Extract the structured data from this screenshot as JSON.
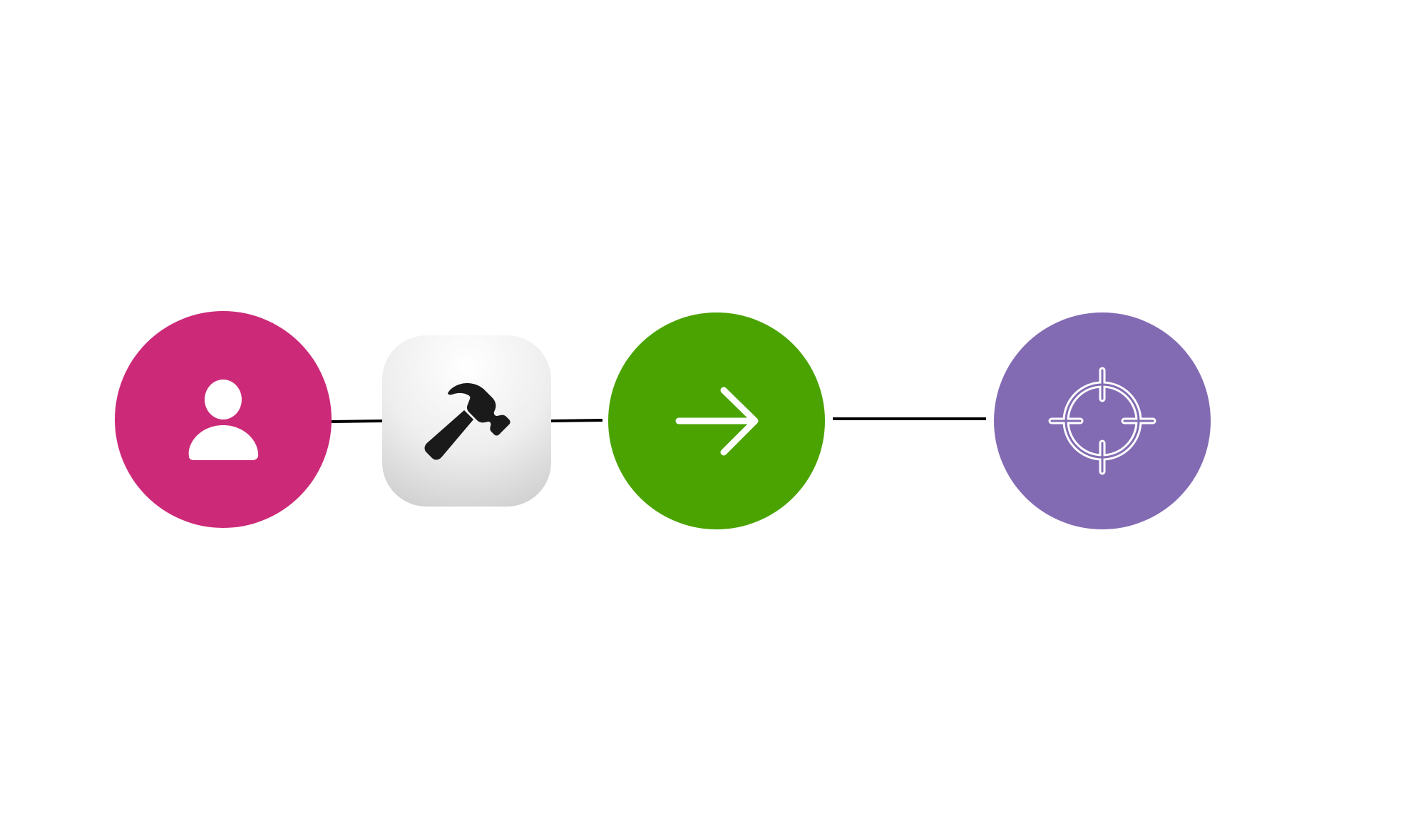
{
  "diagram": {
    "type": "flow",
    "nodes": [
      {
        "id": "user",
        "shape": "circle",
        "icon": "person-icon",
        "fill": "#cc2a79",
        "icon_color": "#ffffff"
      },
      {
        "id": "tool",
        "shape": "rounded-square",
        "icon": "hammer-icon",
        "fill": "#f2f2f2",
        "icon_color": "#1a1a1a"
      },
      {
        "id": "action",
        "shape": "circle",
        "icon": "arrow-right-icon",
        "fill": "#4aa300",
        "icon_color": "#ffffff"
      },
      {
        "id": "target",
        "shape": "circle",
        "icon": "crosshair-icon",
        "fill": "#836bb4",
        "icon_color": "#ffffff"
      }
    ],
    "edges": [
      {
        "from": "user",
        "to": "tool"
      },
      {
        "from": "tool",
        "to": "action"
      },
      {
        "from": "action",
        "to": "target"
      }
    ],
    "colors": {
      "edge": "#000000",
      "background": "#ffffff"
    }
  }
}
